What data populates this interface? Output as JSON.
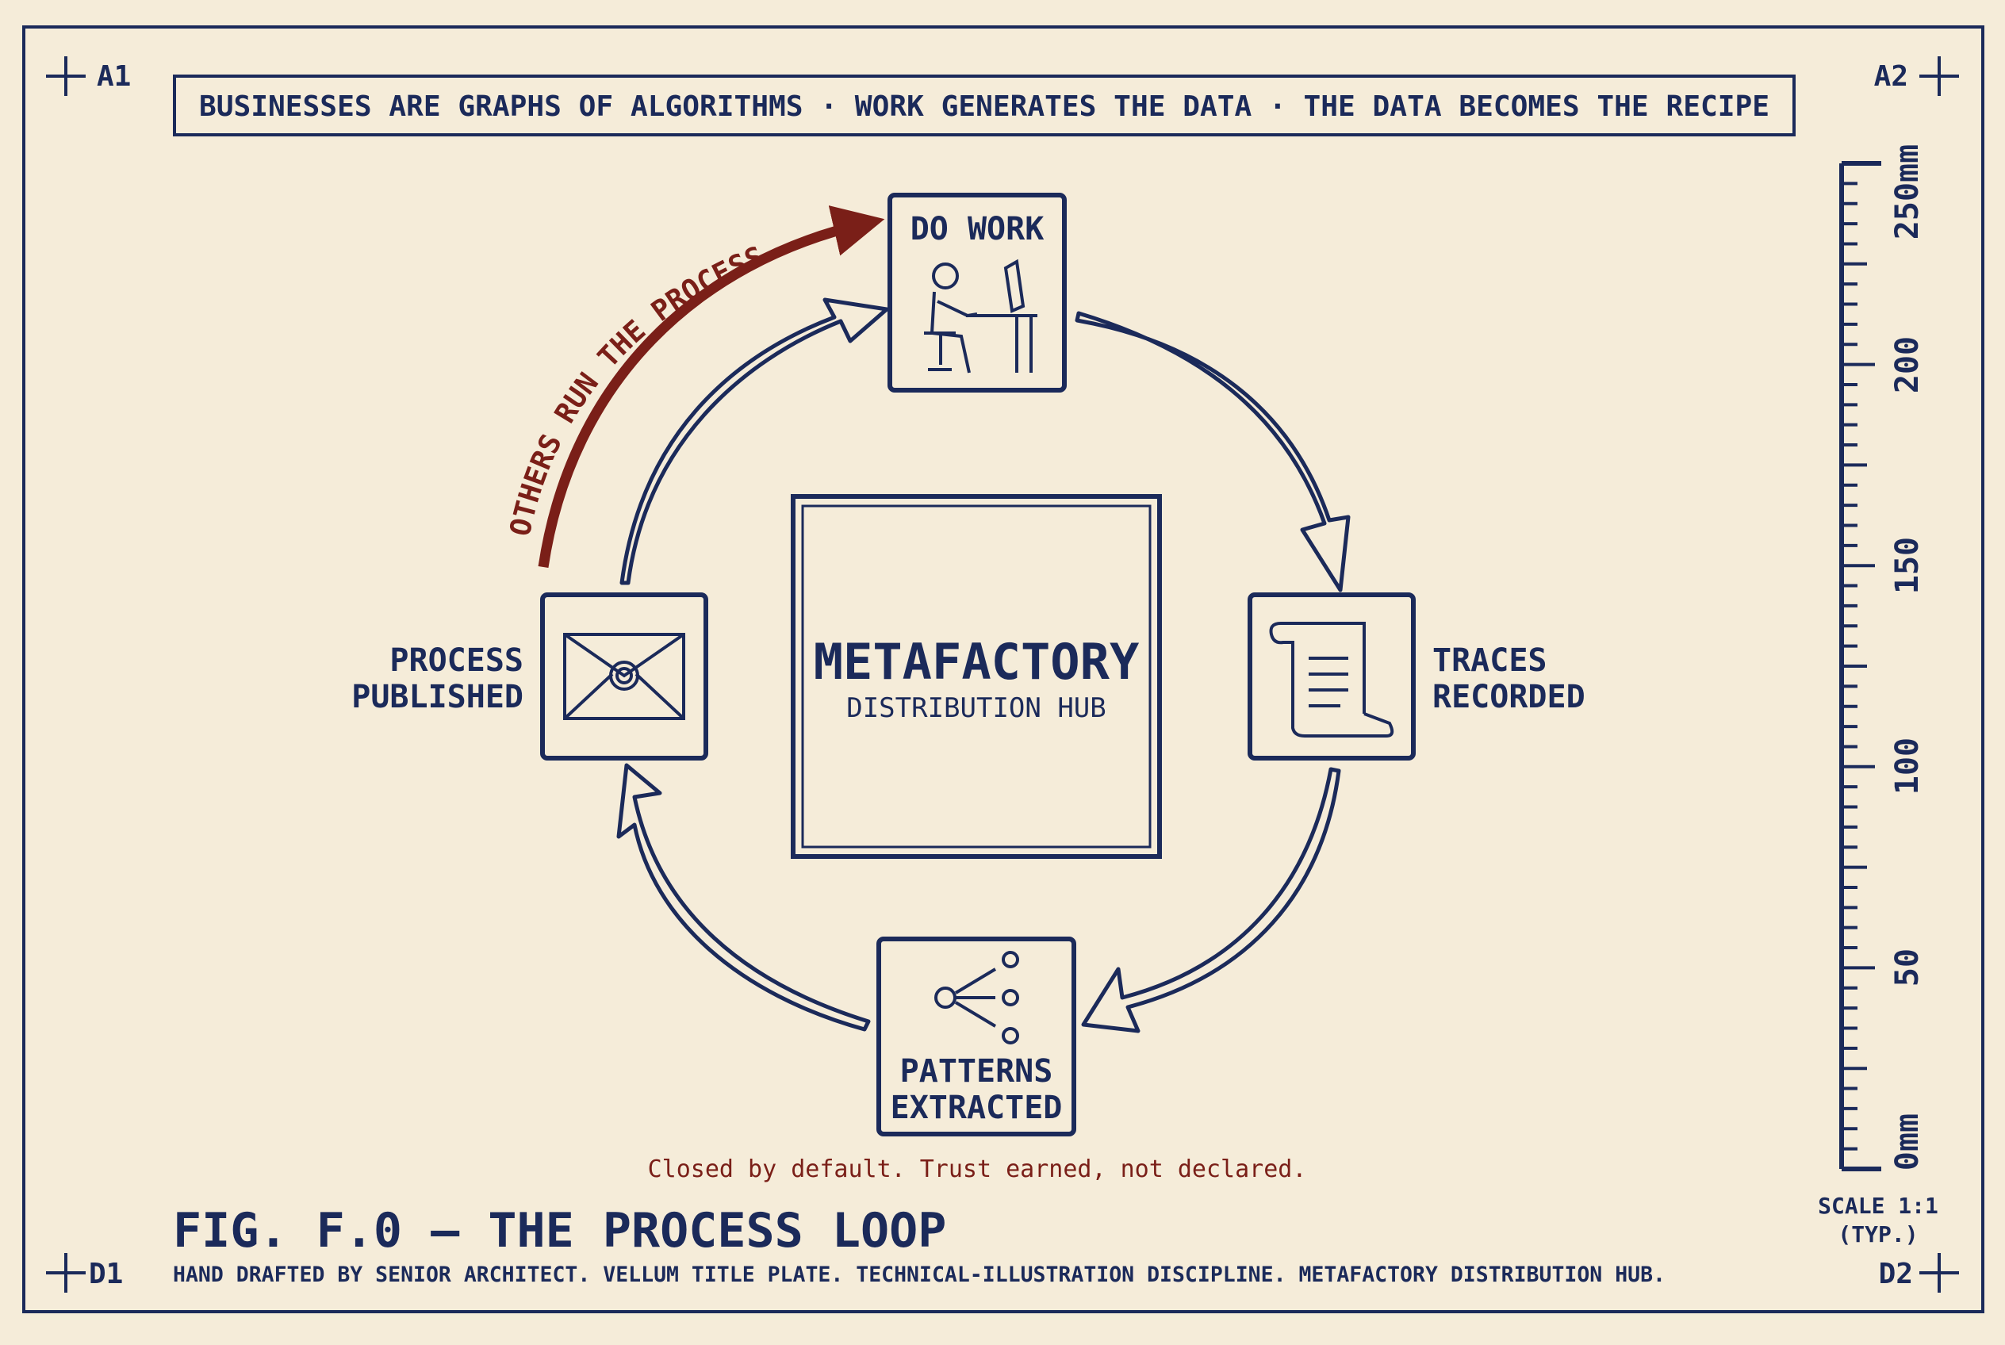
{
  "corners": {
    "top_left": "A1",
    "top_right": "A2",
    "bottom_left": "D1",
    "bottom_right": "D2"
  },
  "banner": "BUSINESSES ARE GRAPHS OF ALGORITHMS · WORK GENERATES THE DATA · THE DATA BECOMES THE RECIPE",
  "hub": {
    "title": "METAFACTORY",
    "subtitle": "DISTRIBUTION HUB"
  },
  "nodes": {
    "do_work": "DO WORK",
    "traces": [
      "TRACES",
      "RECORDED"
    ],
    "patterns": [
      "PATTERNS",
      "EXTRACTED"
    ],
    "published": [
      "PROCESS",
      "PUBLISHED"
    ]
  },
  "others_arrow": "OTHERS RUN THE PROCESS",
  "caption_note": "Closed by default. Trust earned, not declared.",
  "figure": {
    "title": "FIG. F.0 — THE PROCESS LOOP",
    "subtitle": "HAND DRAFTED BY SENIOR ARCHITECT. VELLUM TITLE PLATE. TECHNICAL-ILLUSTRATION DISCIPLINE. METAFACTORY DISTRIBUTION HUB."
  },
  "scale": {
    "labels": [
      "250mm",
      "200",
      "150",
      "100",
      "50",
      "0mm"
    ],
    "note": [
      "SCALE 1:1",
      "(TYP.)"
    ]
  },
  "colors": {
    "ink": "#1b2a5a",
    "accent": "#7a1f18",
    "paper": "#f5ecd9"
  },
  "icons": {
    "do_work": "person-at-desk-icon",
    "traces": "scroll-document-icon",
    "patterns": "branching-nodes-icon",
    "published": "sealed-envelope-icon"
  }
}
